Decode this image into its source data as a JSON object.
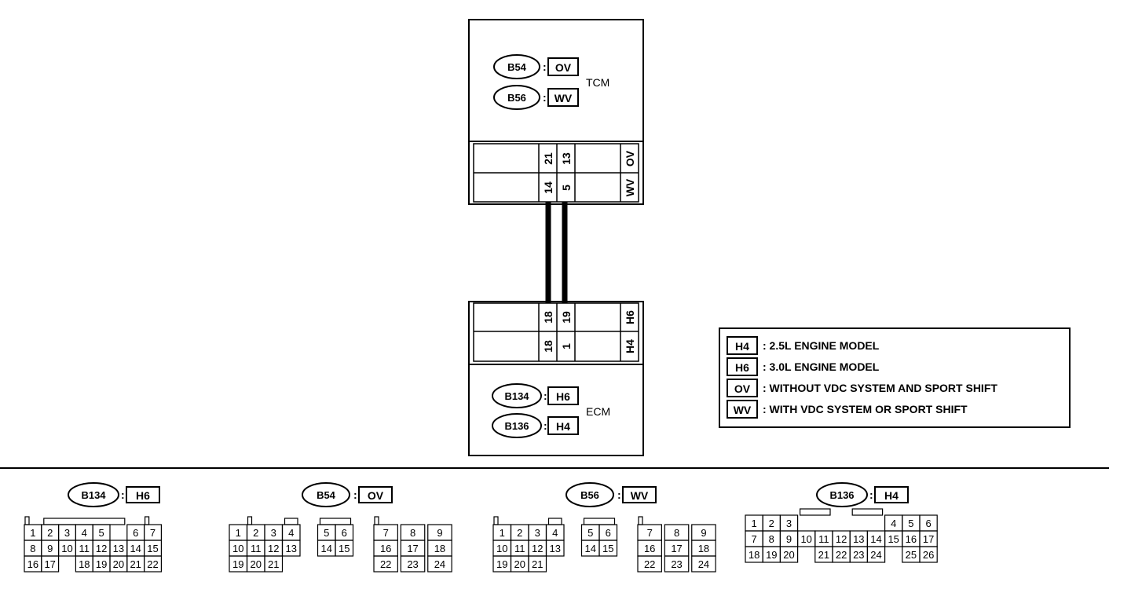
{
  "tcm": {
    "title": "TCM",
    "tag1": {
      "conn": "B54",
      "code": "OV"
    },
    "tag2": {
      "conn": "B56",
      "code": "WV"
    },
    "row_top": {
      "pin_a": "21",
      "pin_b": "13",
      "code": "OV"
    },
    "row_bottom": {
      "pin_a": "14",
      "pin_b": "5",
      "code": "WV"
    }
  },
  "ecm": {
    "title": "ECM",
    "tag1": {
      "conn": "B134",
      "code": "H6"
    },
    "tag2": {
      "conn": "B136",
      "code": "H4"
    },
    "row_top": {
      "pin_a": "18",
      "pin_b": "19",
      "code": "H6"
    },
    "row_bottom": {
      "pin_a": "18",
      "pin_b": "1",
      "code": "H4"
    }
  },
  "legend": [
    {
      "code": "H4",
      "text": ": 2.5L ENGINE MODEL"
    },
    {
      "code": "H6",
      "text": ": 3.0L ENGINE MODEL"
    },
    {
      "code": "OV",
      "text": ": WITHOUT VDC SYSTEM AND SPORT SHIFT"
    },
    {
      "code": "WV",
      "text": ": WITH VDC SYSTEM OR SPORT SHIFT"
    }
  ],
  "connectors": [
    {
      "conn": "B134",
      "code": "H6",
      "rows": [
        [
          "1",
          "2",
          "3",
          "4",
          "5",
          "",
          "6",
          "7"
        ],
        [
          "8",
          "9",
          "10",
          "11",
          "12",
          "13",
          "14",
          "15"
        ],
        [
          "16",
          "17",
          "",
          "18",
          "19",
          "20",
          "21",
          "22"
        ]
      ]
    },
    {
      "conn": "B54",
      "code": "OV",
      "rows": [
        [
          "1",
          "2",
          "3",
          "4",
          "",
          "5",
          "6",
          "",
          "7",
          "8",
          "9"
        ],
        [
          "10",
          "11",
          "12",
          "13",
          "",
          "14",
          "15",
          "",
          "16",
          "17",
          "18"
        ],
        [
          "19",
          "20",
          "21",
          "",
          "",
          "",
          "",
          "",
          "22",
          "23",
          "24"
        ]
      ]
    },
    {
      "conn": "B56",
      "code": "WV",
      "rows": [
        [
          "1",
          "2",
          "3",
          "4",
          "",
          "5",
          "6",
          "",
          "7",
          "8",
          "9"
        ],
        [
          "10",
          "11",
          "12",
          "13",
          "",
          "14",
          "15",
          "",
          "16",
          "17",
          "18"
        ],
        [
          "19",
          "20",
          "21",
          "",
          "",
          "",
          "",
          "",
          "22",
          "23",
          "24"
        ]
      ]
    },
    {
      "conn": "B136",
      "code": "H4",
      "rows": [
        [
          "1",
          "2",
          "3",
          "",
          "",
          "",
          "",
          "",
          "4",
          "5",
          "6"
        ],
        [
          "7",
          "8",
          "9",
          "10",
          "11",
          "12",
          "13",
          "14",
          "15",
          "16",
          "17"
        ],
        [
          "18",
          "19",
          "20",
          "",
          "21",
          "22",
          "23",
          "24",
          "",
          "25",
          "26"
        ]
      ]
    }
  ]
}
